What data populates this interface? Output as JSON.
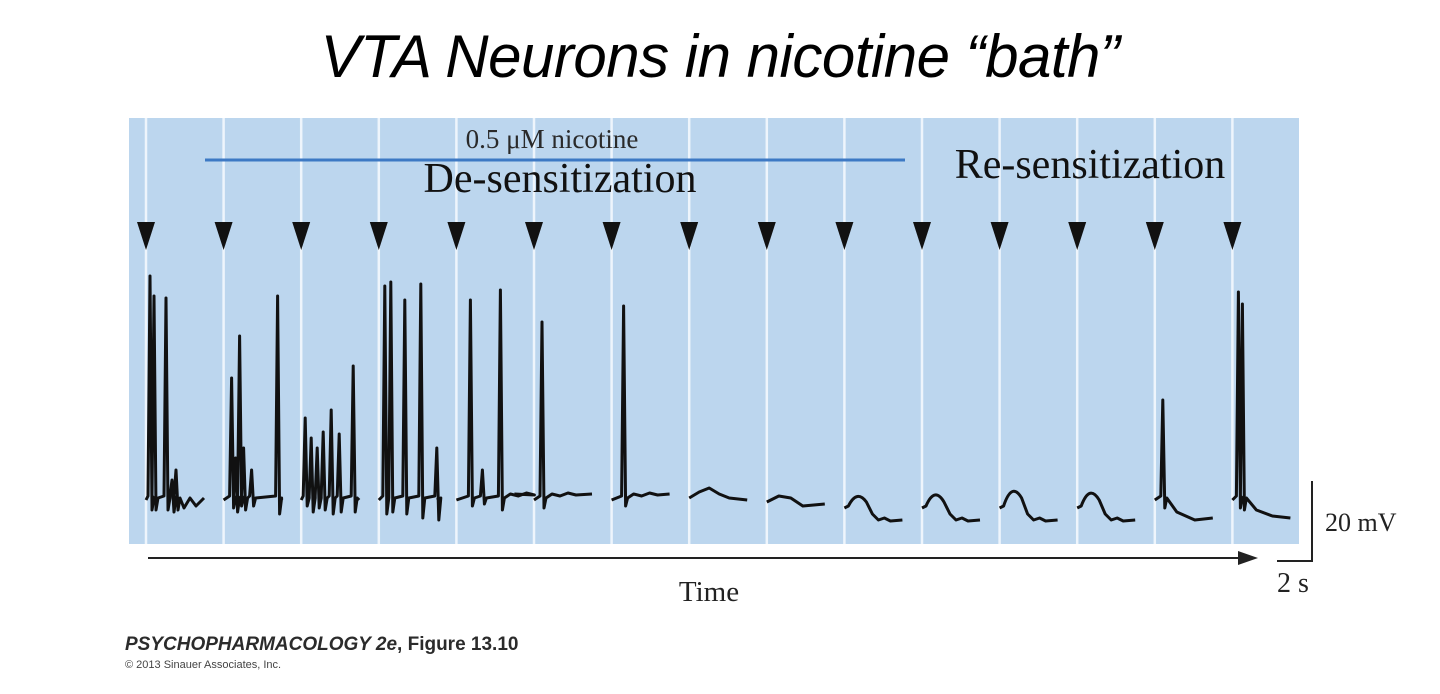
{
  "slide": {
    "title": "VTA Neurons in nicotine “bath”"
  },
  "figure": {
    "nicotine_label": "0.5 μM nicotine",
    "desensitization_label": "De-sensitization",
    "resensitization_label": "Re-sensitization",
    "time_label": "Time",
    "scale_voltage": "20 mV",
    "scale_time": "2 s",
    "stimulus_marker_count": 15,
    "colors": {
      "panel_background": "#bcd6ee",
      "panel_dividers": "#eef5fc",
      "nicotine_bar": "#3d79c4",
      "trace": "#111111"
    }
  },
  "caption": {
    "book": "PSYCHOPHARMACOLOGY 2e",
    "figure_ref": ", Figure 13.10",
    "copyright": "© 2013 Sinauer Associates, Inc."
  }
}
